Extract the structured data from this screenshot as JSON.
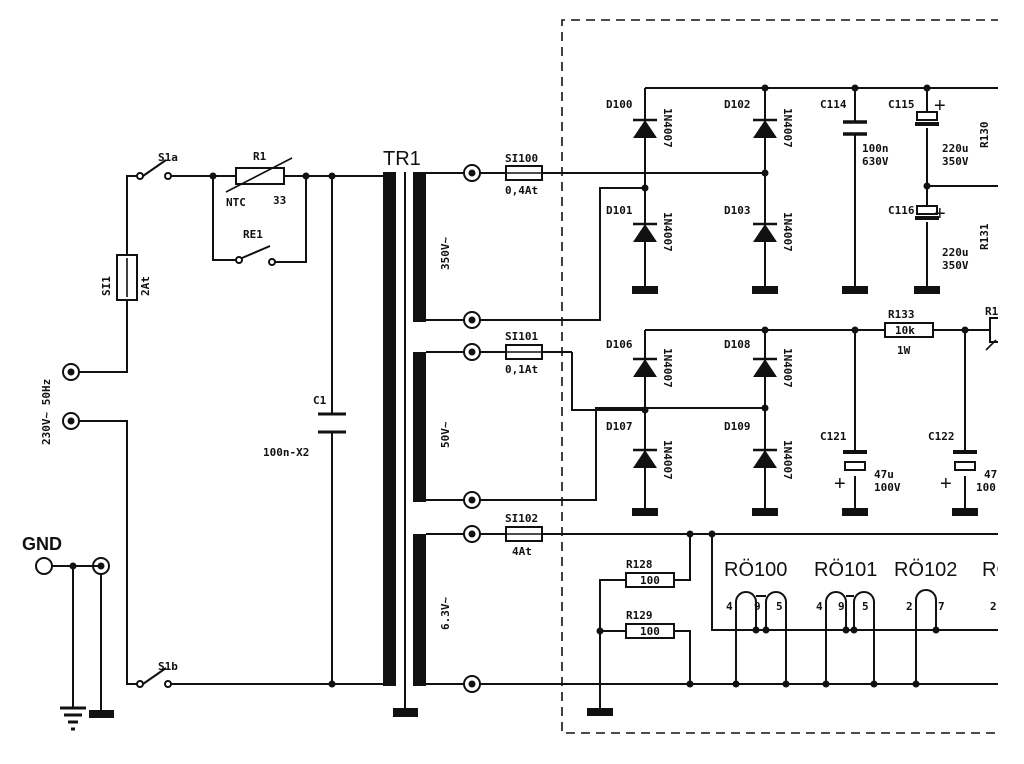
{
  "colors": {
    "ink": "#111111",
    "paper": "#ffffff"
  },
  "mains": {
    "label": "230V~ 50Hz"
  },
  "gnd": {
    "label": "GND"
  },
  "switches": {
    "s1a": "S1a",
    "s1b": "S1b"
  },
  "fuse_main": {
    "name": "SI1",
    "value": "2At"
  },
  "ntc": {
    "name": "R1",
    "type": "NTC",
    "value": "33"
  },
  "relay": {
    "name": "RE1"
  },
  "c1": {
    "name": "C1",
    "value": "100n-X2"
  },
  "transformer": {
    "name": "TR1",
    "windings": [
      "350V~",
      "50V~",
      "6.3V~"
    ]
  },
  "fuses": [
    {
      "name": "SI100",
      "value": "0,4At"
    },
    {
      "name": "SI101",
      "value": "0,1At"
    },
    {
      "name": "SI102",
      "value": "4At"
    }
  ],
  "diodes": [
    {
      "name": "D100",
      "type": "1N4007"
    },
    {
      "name": "D101",
      "type": "1N4007"
    },
    {
      "name": "D102",
      "type": "1N4007"
    },
    {
      "name": "D103",
      "type": "1N4007"
    },
    {
      "name": "D106",
      "type": "1N4007"
    },
    {
      "name": "D107",
      "type": "1N4007"
    },
    {
      "name": "D108",
      "type": "1N4007"
    },
    {
      "name": "D109",
      "type": "1N4007"
    }
  ],
  "caps": {
    "c114": {
      "name": "C114",
      "v1": "100n",
      "v2": "630V"
    },
    "c115": {
      "name": "C115",
      "v1": "220u",
      "v2": "350V"
    },
    "c116": {
      "name": "C116",
      "v1": "220u",
      "v2": "350V"
    },
    "c121": {
      "name": "C121",
      "v1": "47u",
      "v2": "100V"
    },
    "c122": {
      "name": "C122",
      "v1": "47",
      "v2": "100"
    }
  },
  "resistors": {
    "r133": {
      "name": "R133",
      "value": "10k",
      "power": "1W"
    },
    "r128": {
      "name": "R128",
      "value": "100"
    },
    "r129": {
      "name": "R129",
      "value": "100"
    }
  },
  "tubes": [
    {
      "name": "RÖ100",
      "pins": [
        "4",
        "9",
        "5"
      ]
    },
    {
      "name": "RÖ101",
      "pins": [
        "4",
        "9",
        "5"
      ]
    },
    {
      "name": "RÖ102",
      "pins": [
        "2",
        "7"
      ]
    },
    {
      "name": "RÖ",
      "pins": [
        "2"
      ]
    }
  ],
  "edge_labels": {
    "r130": "R130",
    "r131": "R131",
    "r1x": "R1"
  }
}
